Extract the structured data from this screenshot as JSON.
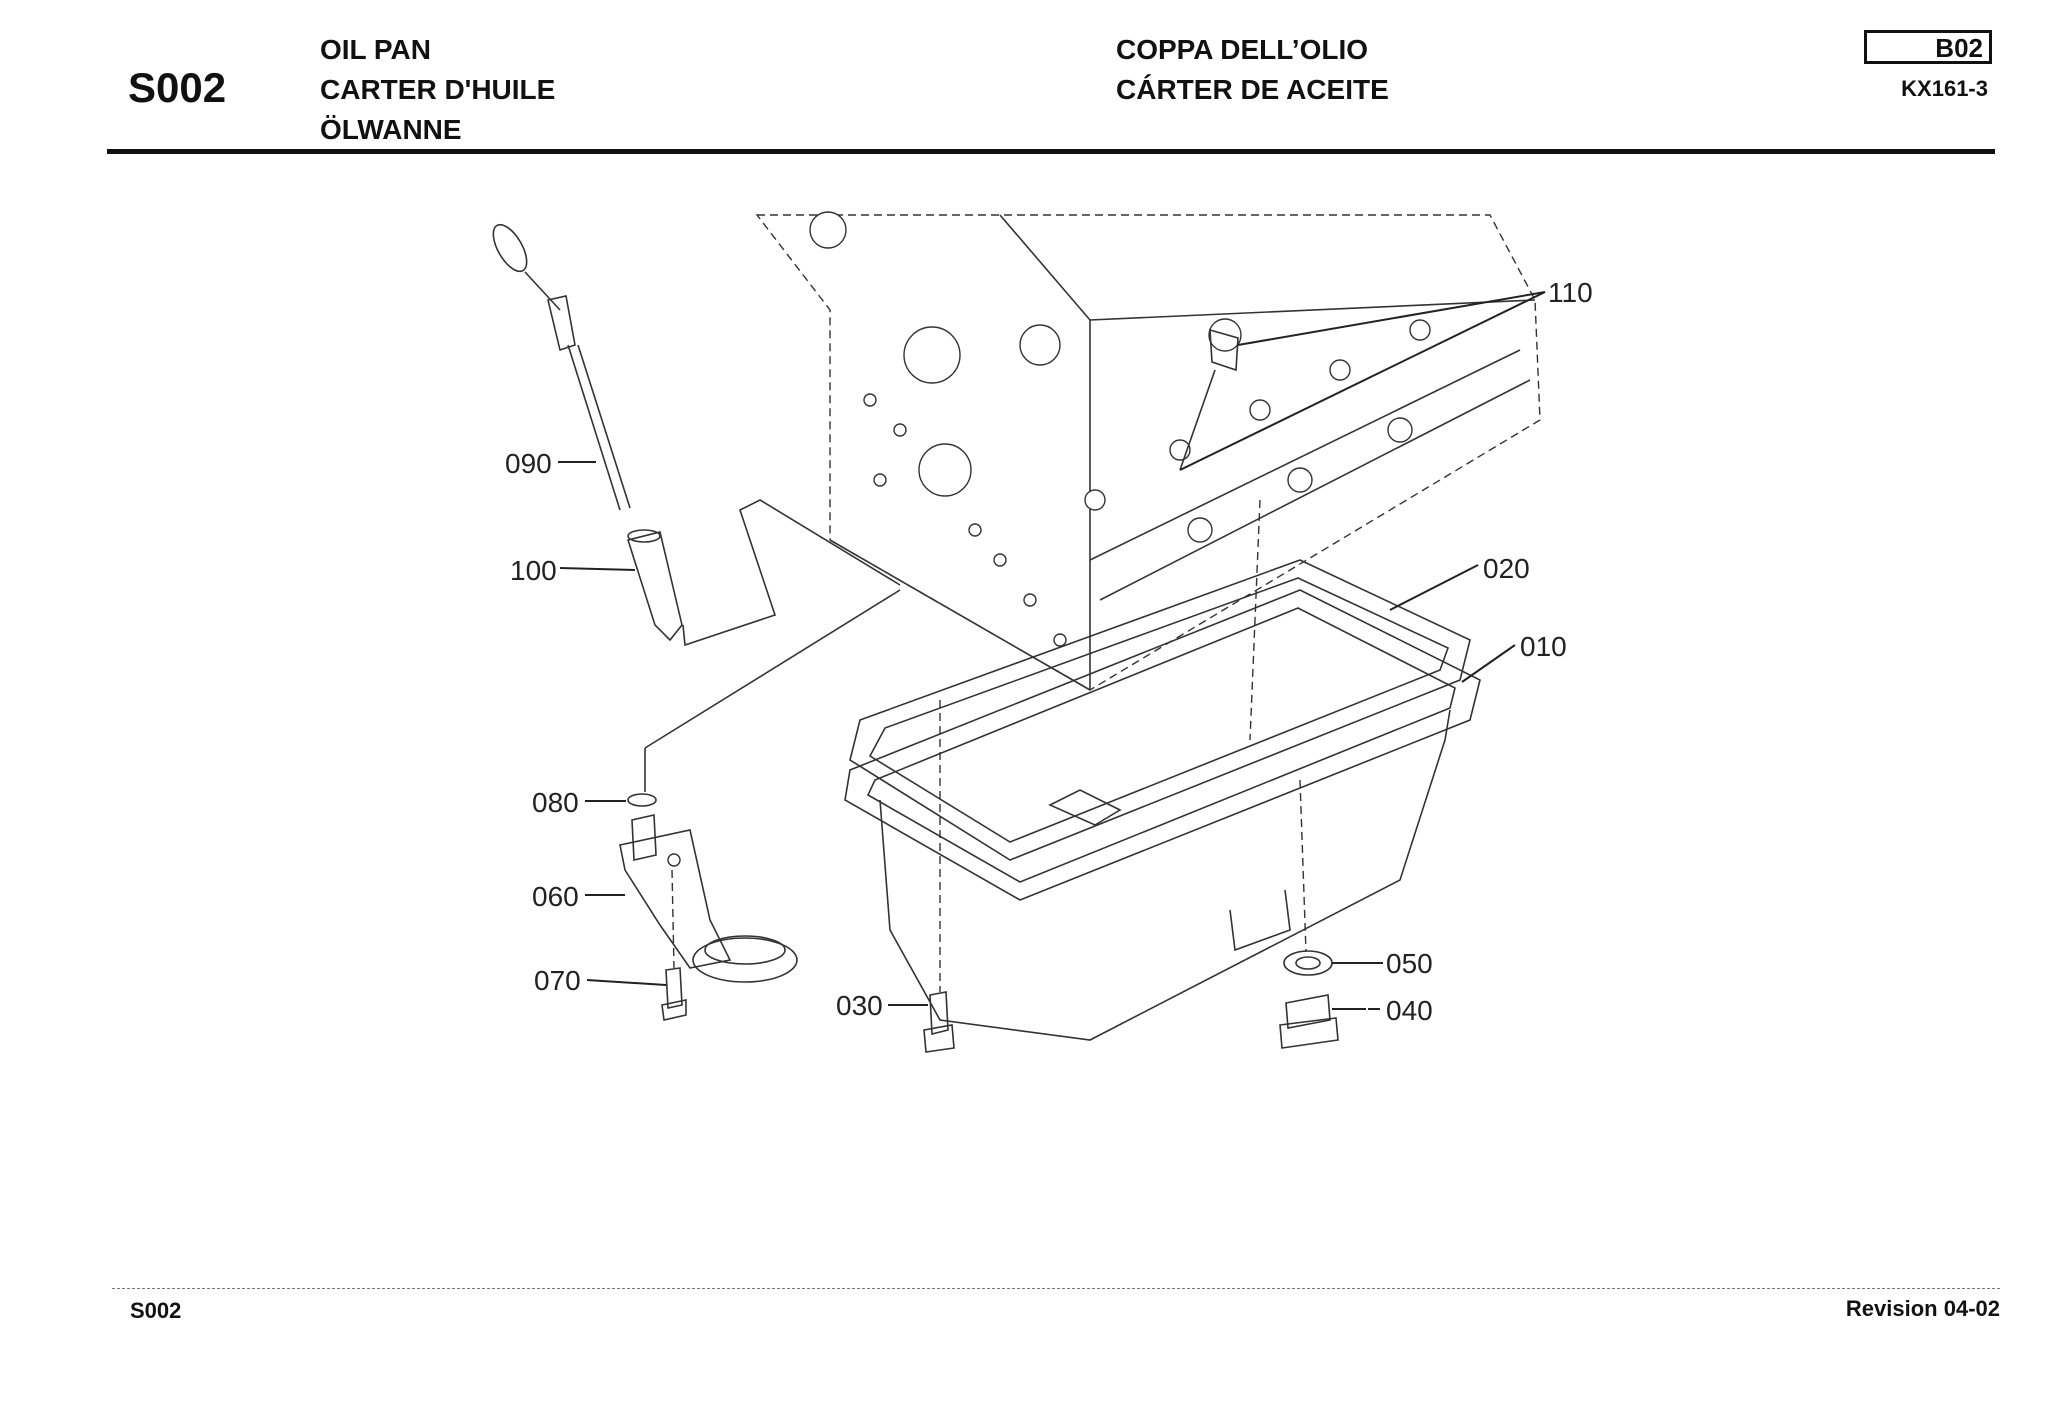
{
  "header": {
    "section_code": "S002",
    "titles_left": [
      "OIL PAN",
      "CARTER D'HUILE",
      "ÖLWANNE"
    ],
    "titles_right": [
      "COPPA DELL’OLIO",
      "CÁRTER DE ACEITE"
    ],
    "page_ref": "B02",
    "model": "KX161-3"
  },
  "diagram": {
    "callouts": [
      "110",
      "090",
      "100",
      "020",
      "010",
      "080",
      "060",
      "070",
      "050",
      "040",
      "030"
    ]
  },
  "footer": {
    "section_code": "S002",
    "revision": "Revision  04-02"
  }
}
